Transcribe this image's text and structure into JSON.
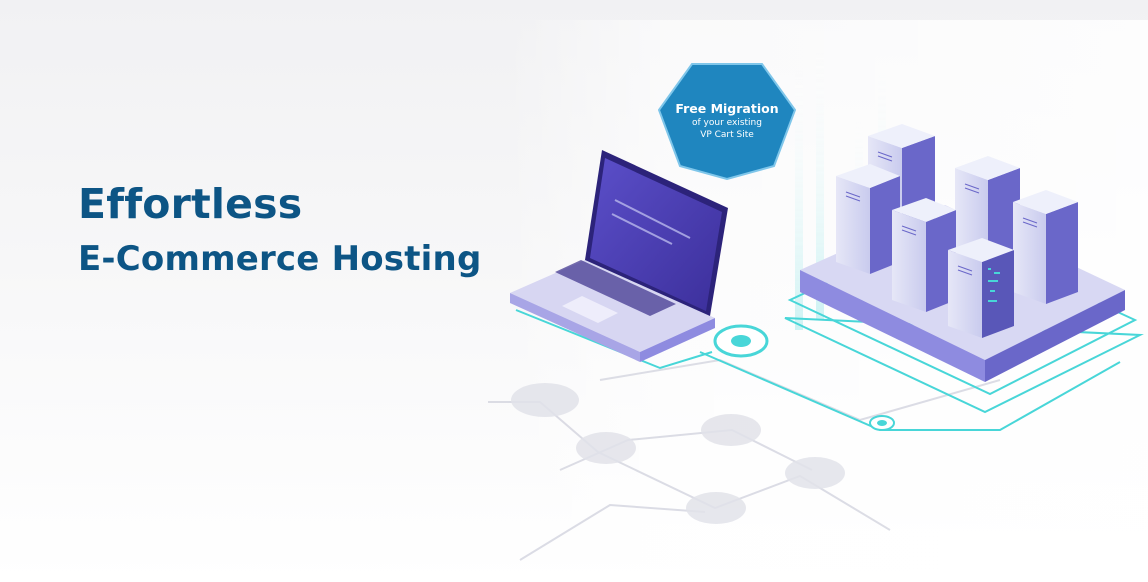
{
  "headline": {
    "line1": "Effortless",
    "line2": "E-Commerce Hosting"
  },
  "badge": {
    "title": "Free Migration",
    "line1": "of your existing",
    "line2": "VP Cart Site"
  },
  "colors": {
    "headline": "#0d5585",
    "badge": "#1f86bf",
    "accent_cyan": "#46d3d6",
    "server_purple": "#6a67c9",
    "server_light": "#dfe0f5"
  },
  "icons": [
    "laptop-icon",
    "server-rack-icon",
    "network-node-icon",
    "badge-hexagon"
  ]
}
